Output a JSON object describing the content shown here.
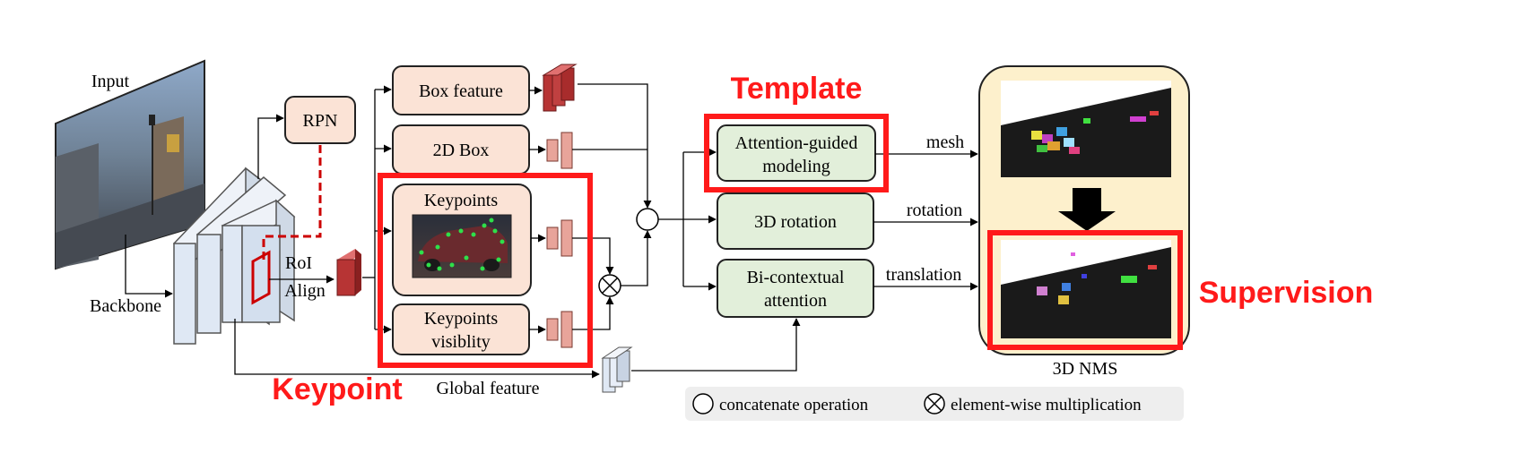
{
  "labels": {
    "input": "Input",
    "backbone": "Backbone",
    "rpn": "RPN",
    "roi_align_1": "RoI",
    "roi_align_2": "Align",
    "global_feature": "Global feature",
    "box_feature": "Box feature",
    "box_2d": "2D Box",
    "keypoints": "Keypoints",
    "keypoints_vis_1": "Keypoints",
    "keypoints_vis_2": "visiblity",
    "attention_1": "Attention-guided",
    "attention_2": "modeling",
    "rotation_3d": "3D rotation",
    "bicontext_1": "Bi-contextual",
    "bicontext_2": "attention",
    "mesh": "mesh",
    "rotation": "rotation",
    "translation": "translation",
    "nms": "3D NMS"
  },
  "annotations": {
    "template": "Template",
    "keypoint": "Keypoint",
    "supervision": "Supervision"
  },
  "legend": {
    "concat": "concatenate operation",
    "multiply": "element-wise multiplication"
  },
  "colors": {
    "annotation_red": "#ff1a1a",
    "peach_box": "#fbe3d6",
    "green_box": "#e2efda",
    "nms_panel": "#fdf0cc",
    "feature_red": "#c0393b",
    "feature_pink": "#e8a49a",
    "backbone_blue": "#dfe8f4"
  }
}
